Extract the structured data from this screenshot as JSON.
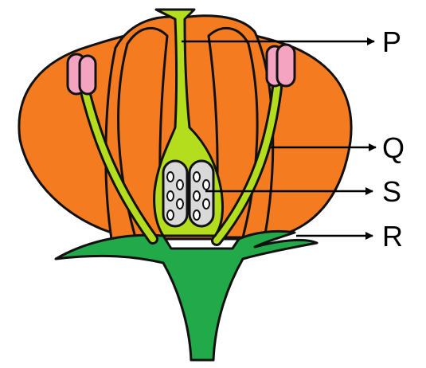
{
  "labels": {
    "p": "P",
    "q": "Q",
    "s": "S",
    "r": "R"
  },
  "colors": {
    "petal": "#F47B20",
    "stem": "#22A94A",
    "pistil": "#B4DD1E",
    "anther": "#F4A3C1",
    "ovule": "#D9D9D9",
    "outline": "#111111",
    "arrow": "#000000"
  }
}
